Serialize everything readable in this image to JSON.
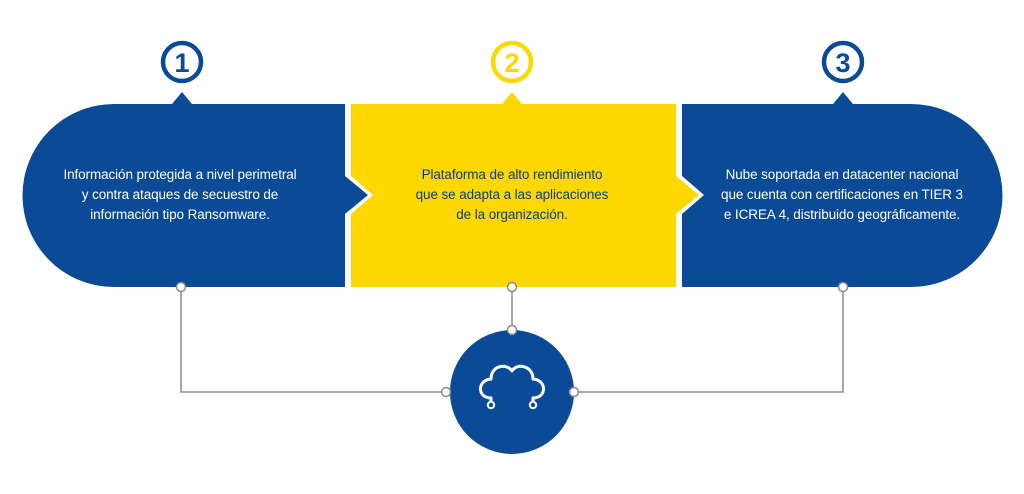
{
  "colors": {
    "blue": "#0b4a96",
    "yellow": "#fcd800",
    "connector": "#8a8a8a",
    "node_fill": "#ffffff"
  },
  "steps": [
    {
      "number": "1",
      "color": "#0b4a96",
      "text": "Información protegida a nivel perimetral\ny contra ataques de secuestro de\ninformación tipo Ransomware."
    },
    {
      "number": "2",
      "color": "#fcd800",
      "text": "Plataforma de alto rendimiento\nque se adapta a las aplicaciones\nde la organización."
    },
    {
      "number": "3",
      "color": "#0b4a96",
      "text": "Nube soportada en datacenter nacional\nque cuenta con certificaciones en TIER 3\ne ICREA 4, distribuido geográficamente."
    }
  ],
  "hub": {
    "icon": "cloud-icon",
    "color": "#0b4a96"
  }
}
